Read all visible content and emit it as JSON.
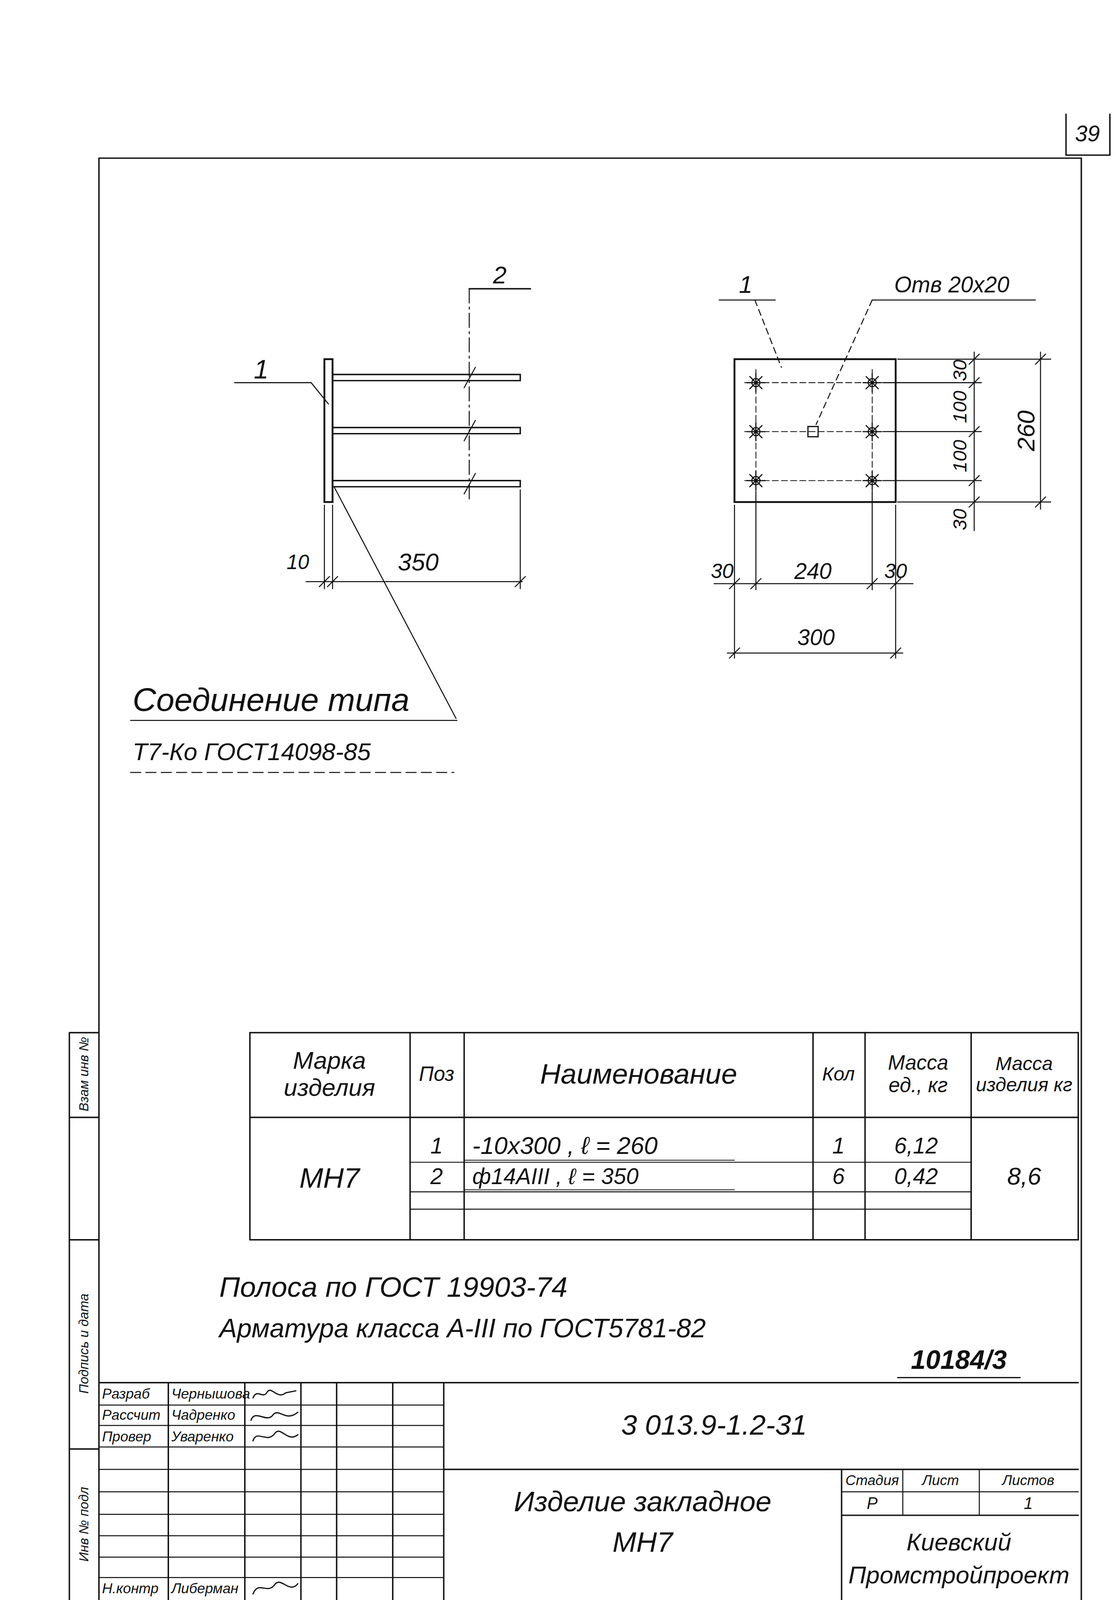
{
  "diagram": {
    "labels": [
      "39",
      "2",
      "1",
      "10",
      "350",
      "Соединение типа",
      "Т7-Ко ГОСТ14098-85",
      "1",
      "Отв 20х20",
      "30",
      "100",
      "100",
      "260",
      "30",
      "30",
      "240",
      "30",
      "300",
      "Марка изделия",
      "Поз",
      "Наименование",
      "Кол",
      "Масса ед., кг",
      "Масса изделия кг",
      "МН7",
      "1",
      "-10х300 , ℓ = 260",
      "1",
      "6,12",
      "8,6",
      "2",
      "ф14АIII , ℓ = 350",
      "6",
      "0,42",
      "Полоса по ГОСТ 19903-74",
      "Арматура класса А-III по ГОСТ5781-82",
      "10184/3",
      "Разраб",
      "Чернышова",
      "Рассчит",
      "Чадренко",
      "Провер",
      "Уваренко",
      "3 013.9-1.2-31",
      "Изделие закладное",
      "МН7",
      "Стадия",
      "Лист",
      "Листов",
      "Р",
      "1",
      "Киевский",
      "Промстройпроект",
      "Н.контр",
      "Либерман",
      "Взам инв №",
      "Подпись и дата",
      "Инв № подл"
    ]
  }
}
